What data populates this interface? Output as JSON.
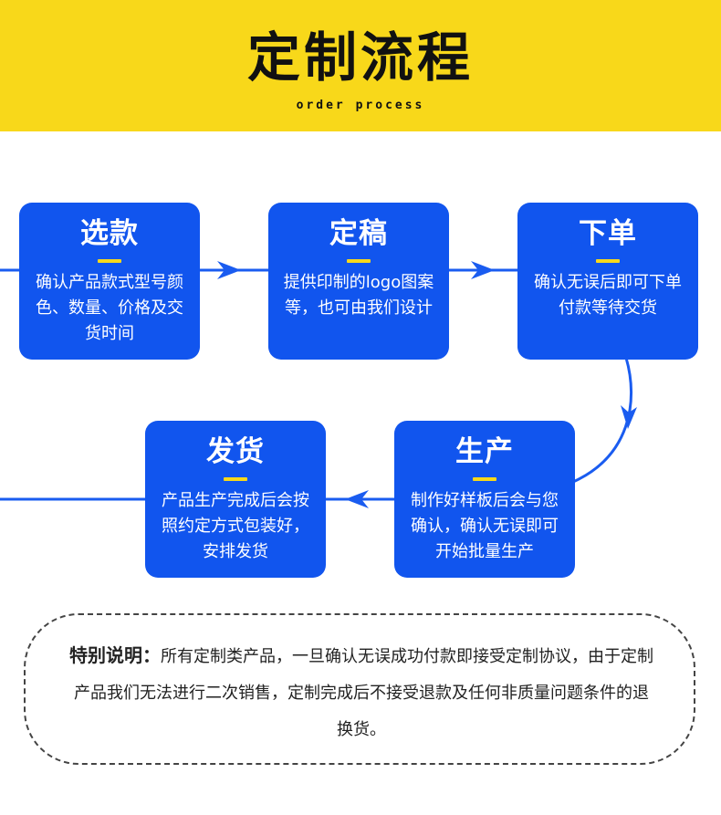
{
  "header": {
    "title": "定制流程",
    "subtitle": "order process"
  },
  "steps": [
    {
      "title": "选款",
      "text": "确认产品款式型号颜色、数量、价格及交货时间"
    },
    {
      "title": "定稿",
      "text": "提供印制的logo图案等，也可由我们设计"
    },
    {
      "title": "下单",
      "text": "确认无误后即可下单付款等待交货"
    },
    {
      "title": "生产",
      "text": "制作好样板后会与您确认，确认无误即可开始批量生产"
    },
    {
      "title": "发货",
      "text": "产品生产完成后会按照约定方式包装好，安排发货"
    }
  ],
  "note": {
    "label": "特别说明：",
    "text": "所有定制类产品，一旦确认无误成功付款即接受定制协议，由于定制产品我们无法进行二次销售，定制完成后不接受退款及任何非质量问题条件的退换货。"
  },
  "colors": {
    "accent_yellow": "#f8d81a",
    "box_blue": "#1155ee",
    "line_blue": "#1a5cf0"
  }
}
